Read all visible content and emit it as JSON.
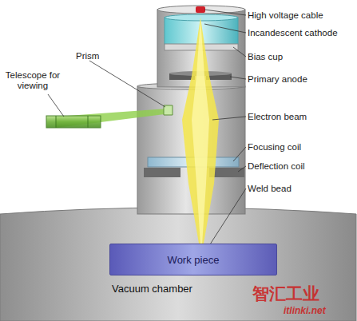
{
  "diagram": {
    "nodes": [
      {
        "text": [
          "Vacuum chamber"
        ]
      },
      {
        "text": [
          "Work piece"
        ],
        "in": 0
      }
    ],
    "labels": [
      "High voltage cable",
      "Incandescent cathode",
      "Bias cup",
      "Primary anode",
      "Electron beam",
      "Focusing coil",
      "Deflection coil",
      "Weld bead",
      "Prism",
      "Telescope for viewing",
      "智汇工业",
      "itlinki.net"
    ]
  }
}
